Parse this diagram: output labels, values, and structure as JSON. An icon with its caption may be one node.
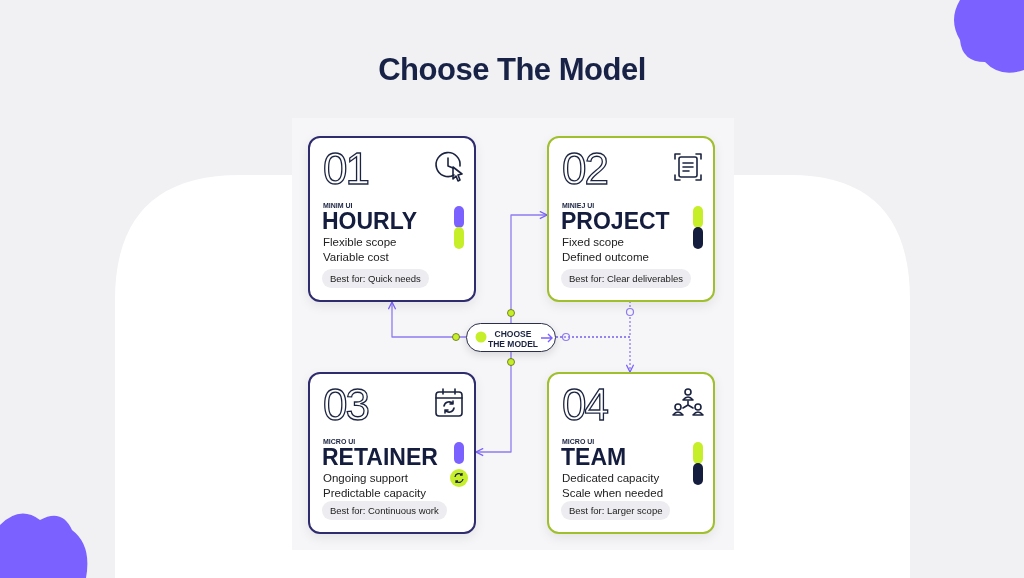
{
  "diagram": {
    "title": "Choose The Model",
    "nodes": [
      {
        "text": [
          "01",
          "MINIM UI",
          "HOURLY",
          "Flexible scope Variable cost",
          "Best for: Quick needs"
        ]
      },
      {
        "text": [
          "02",
          "MINIEJ UI",
          "PROJECT",
          "Fixed scope Defined outcome",
          "Best for: Clear deliverables"
        ]
      },
      {
        "text": [
          "03",
          "MICRO UI",
          "RETAINER",
          "Ongoing support Predictable capacity",
          "Best for: Continuous work"
        ]
      },
      {
        "text": [
          "04",
          "MICRO UI",
          "TEAM",
          "Dedicated capacity Scale when needed",
          "Best for: Larger scope"
        ]
      },
      {
        "text": [
          "CHOOSE THE MODEL"
        ]
      }
    ],
    "edges": [
      {
        "from": 4,
        "to": 0,
        "arrow": "to"
      },
      {
        "from": 4,
        "to": 1,
        "arrow": "to"
      },
      {
        "from": 4,
        "to": 2,
        "arrow": "to"
      },
      {
        "from": 4,
        "to": 3,
        "arrow": "to",
        "style": "dashed"
      },
      {
        "from": 4,
        "to": 1,
        "arrow": "none",
        "style": "dashed"
      }
    ]
  }
}
